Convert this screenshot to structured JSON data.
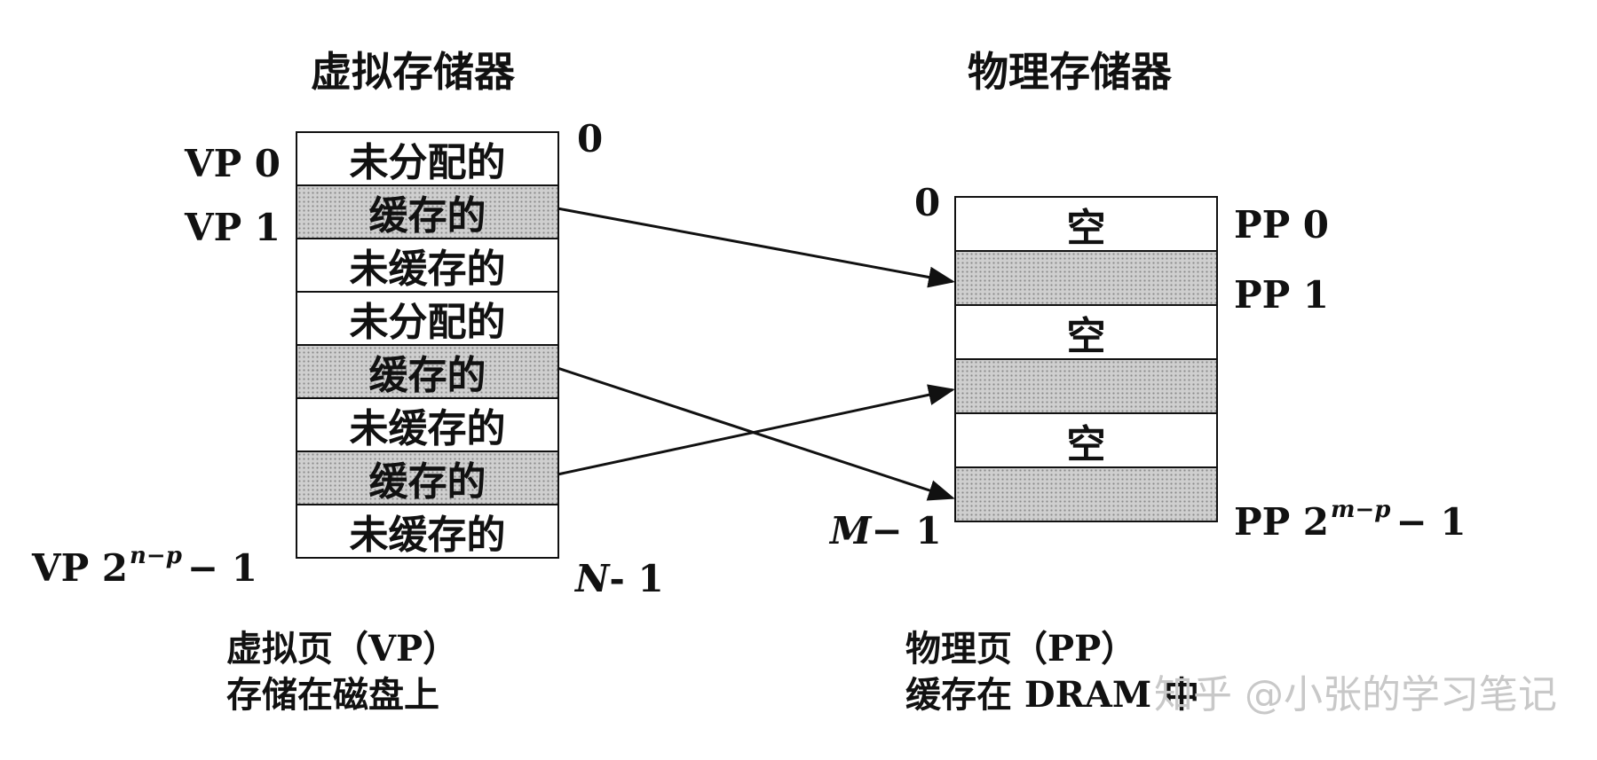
{
  "virtual": {
    "title": "虚拟存储器",
    "top_addr": "0",
    "bottom_addr": {
      "var": "N",
      "rest": "- 1"
    },
    "blocks": [
      {
        "label": "未分配的",
        "shaded": false
      },
      {
        "label": "缓存的",
        "shaded": true
      },
      {
        "label": "未缓存的",
        "shaded": false
      },
      {
        "label": "未分配的",
        "shaded": false
      },
      {
        "label": "缓存的",
        "shaded": true
      },
      {
        "label": "未缓存的",
        "shaded": false
      },
      {
        "label": "缓存的",
        "shaded": true
      },
      {
        "label": "未缓存的",
        "shaded": false
      }
    ],
    "vp0": "VP 0",
    "vp1": "VP 1",
    "vp_last": {
      "base": "VP 2",
      "exp": "n−p",
      "tail": "− 1"
    },
    "caption_line1": "虚拟页（VP）",
    "caption_line2": "存储在磁盘上"
  },
  "physical": {
    "title": "物理存储器",
    "top_addr": "0",
    "bottom_addr": {
      "var": "M",
      "rest": "− 1"
    },
    "blocks": [
      {
        "label": "空",
        "shaded": false
      },
      {
        "label": "",
        "shaded": true
      },
      {
        "label": "空",
        "shaded": false
      },
      {
        "label": "",
        "shaded": true
      },
      {
        "label": "空",
        "shaded": false
      },
      {
        "label": "",
        "shaded": true
      }
    ],
    "pp0": "PP 0",
    "pp1": "PP 1",
    "pp_last": {
      "base": "PP 2",
      "exp": "m−p",
      "tail": "− 1"
    },
    "caption_line1": "物理页（PP）",
    "caption_line2": "缓存在 DRAM 中"
  },
  "mappings": [
    {
      "from_vp_block": 1,
      "to_pp_block": 1
    },
    {
      "from_vp_block": 4,
      "to_pp_block": 5
    },
    {
      "from_vp_block": 6,
      "to_pp_block": 3
    }
  ],
  "watermark": "知乎 @小张的学习笔记"
}
